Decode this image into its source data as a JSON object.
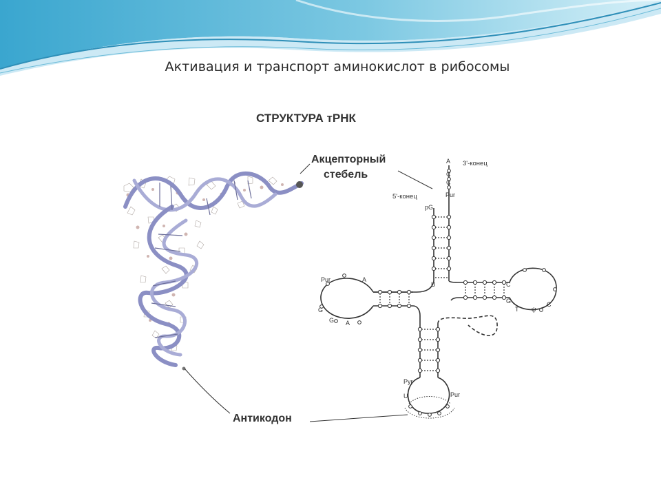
{
  "slide": {
    "title": "Активация и транспорт аминокислот в рибосомы"
  },
  "figure": {
    "heading": "СТРУКТУРА тРНК",
    "acceptor_label_line1": "Акцепторный",
    "acceptor_label_line2": "стебель",
    "anticodon_label": "Антикодон",
    "three_prime_end": "3'-конец",
    "five_prime_end": "5'-конец",
    "five_prime_group": "pG",
    "acceptor_sequence": [
      "A",
      "C",
      "C",
      "Pur"
    ],
    "d_loop_labels": [
      "Pur",
      "A",
      "G",
      "G",
      "A"
    ],
    "t_loop_labels": [
      "C",
      "G",
      "T",
      "ψ",
      "C"
    ],
    "anticodon_loop_labels": [
      "Pyr",
      "U",
      "Pur"
    ],
    "stem_base": "U"
  },
  "colors": {
    "wave_dark": "#3aa6cf",
    "wave_light": "#bfe4f2",
    "ribbon": "#8b8fc4",
    "line": "#333333"
  }
}
